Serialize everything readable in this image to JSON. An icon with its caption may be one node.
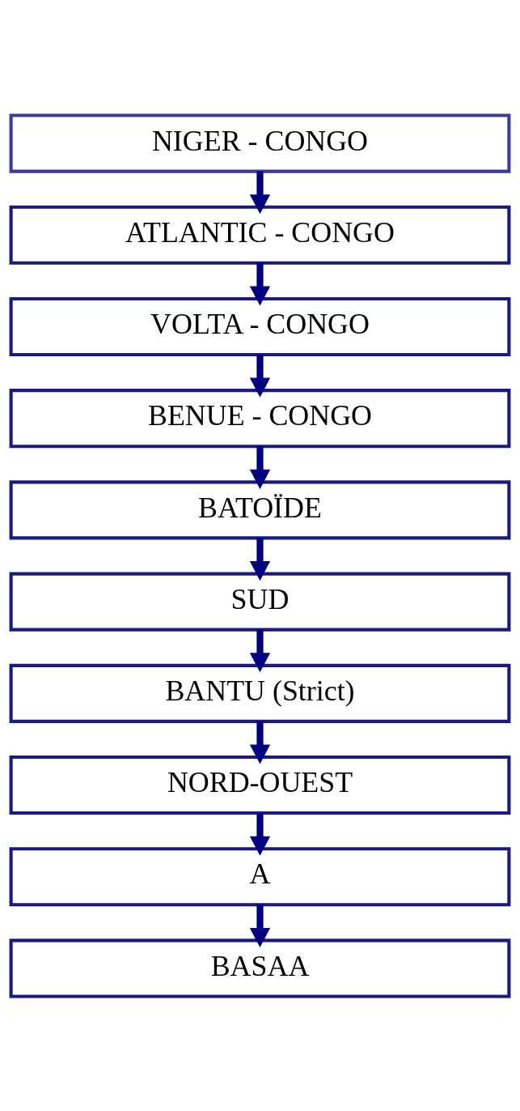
{
  "diagram": {
    "nodes": [
      {
        "text": [
          "NIGER - CONGO"
        ]
      },
      {
        "text": [
          "ATLANTIC - CONGO"
        ]
      },
      {
        "text": [
          "VOLTA - CONGO"
        ]
      },
      {
        "text": [
          "BENUE - CONGO"
        ]
      },
      {
        "text": [
          "BATOÏDE"
        ]
      },
      {
        "text": [
          "SUD"
        ]
      },
      {
        "text": [
          "BANTU (Strict)"
        ]
      },
      {
        "text": [
          "NORD-OUEST"
        ]
      },
      {
        "text": [
          "A"
        ]
      },
      {
        "text": [
          "BASAA"
        ]
      }
    ],
    "edges": [
      {
        "from": 0,
        "to": 1,
        "arrow": "to"
      },
      {
        "from": 1,
        "to": 2,
        "arrow": "to"
      },
      {
        "from": 2,
        "to": 3,
        "arrow": "to"
      },
      {
        "from": 3,
        "to": 4,
        "arrow": "to"
      },
      {
        "from": 4,
        "to": 5,
        "arrow": "to"
      },
      {
        "from": 5,
        "to": 6,
        "arrow": "to"
      },
      {
        "from": 6,
        "to": 7,
        "arrow": "to"
      },
      {
        "from": 7,
        "to": 8,
        "arrow": "to"
      },
      {
        "from": 8,
        "to": 9,
        "arrow": "to"
      }
    ]
  }
}
